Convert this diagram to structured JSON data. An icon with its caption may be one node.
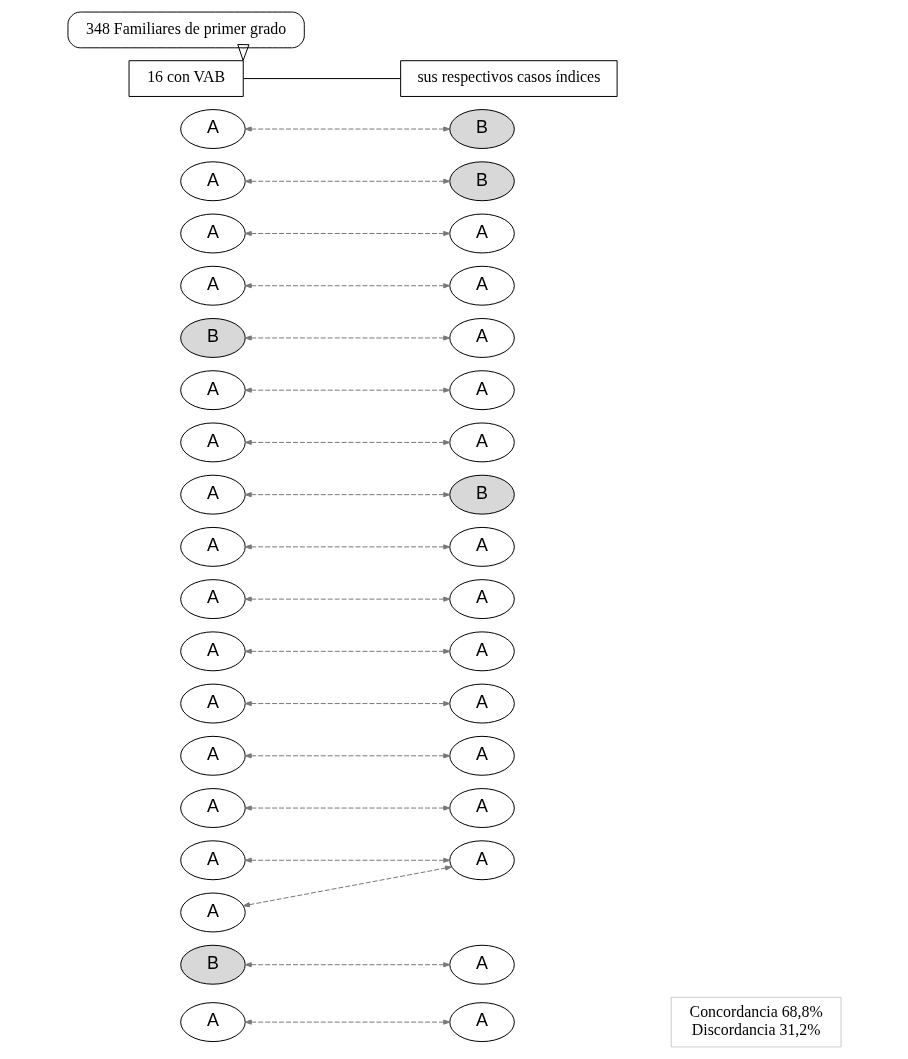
{
  "diagram": {
    "nodes": [
      {
        "text": [
          "348 Familiares de primer grado"
        ]
      },
      {
        "text": [
          "16 con VAB"
        ]
      },
      {
        "text": [
          "sus respectivos casos índices"
        ]
      },
      {
        "text": [
          "A"
        ]
      },
      {
        "text": [
          "B"
        ]
      },
      {
        "text": [
          "A"
        ]
      },
      {
        "text": [
          "B"
        ]
      },
      {
        "text": [
          "A"
        ]
      },
      {
        "text": [
          "A"
        ]
      },
      {
        "text": [
          "A"
        ]
      },
      {
        "text": [
          "A"
        ]
      },
      {
        "text": [
          "B"
        ]
      },
      {
        "text": [
          "A"
        ]
      },
      {
        "text": [
          "A"
        ]
      },
      {
        "text": [
          "A"
        ]
      },
      {
        "text": [
          "A"
        ]
      },
      {
        "text": [
          "A"
        ]
      },
      {
        "text": [
          "A"
        ]
      },
      {
        "text": [
          "B"
        ]
      },
      {
        "text": [
          "A"
        ]
      },
      {
        "text": [
          "A"
        ]
      },
      {
        "text": [
          "A"
        ]
      },
      {
        "text": [
          "A"
        ]
      },
      {
        "text": [
          "A"
        ]
      },
      {
        "text": [
          "A"
        ]
      },
      {
        "text": [
          "A"
        ]
      },
      {
        "text": [
          "A"
        ]
      },
      {
        "text": [
          "A"
        ]
      },
      {
        "text": [
          "A"
        ]
      },
      {
        "text": [
          "A"
        ]
      },
      {
        "text": [
          "A"
        ]
      },
      {
        "text": [
          "A"
        ]
      },
      {
        "text": [
          "A"
        ]
      },
      {
        "text": [
          "A"
        ]
      },
      {
        "text": [
          "B"
        ]
      },
      {
        "text": [
          "A"
        ]
      },
      {
        "text": [
          "A"
        ]
      },
      {
        "text": [
          "A"
        ]
      },
      {
        "text": [
          "Concordancia 68,8%",
          "Discordancia 31,2%"
        ]
      }
    ],
    "edges": [
      {
        "from": 0,
        "to": 1,
        "arrow": "to",
        "color": "#000000"
      },
      {
        "from": 1,
        "to": 2,
        "arrow": "none",
        "color": "#000000"
      },
      {
        "from": 3,
        "to": 4,
        "arrow": "both",
        "style": "dashed"
      },
      {
        "from": 5,
        "to": 6,
        "arrow": "both",
        "style": "dashed"
      },
      {
        "from": 7,
        "to": 8,
        "arrow": "both",
        "style": "dashed"
      },
      {
        "from": 9,
        "to": 10,
        "arrow": "both",
        "style": "dashed"
      },
      {
        "from": 11,
        "to": 12,
        "arrow": "both",
        "style": "dashed"
      },
      {
        "from": 13,
        "to": 14,
        "arrow": "both",
        "style": "dashed"
      },
      {
        "from": 15,
        "to": 16,
        "arrow": "both",
        "style": "dashed"
      },
      {
        "from": 17,
        "to": 18,
        "arrow": "both",
        "style": "dashed"
      },
      {
        "from": 19,
        "to": 20,
        "arrow": "both",
        "style": "dashed"
      },
      {
        "from": 21,
        "to": 22,
        "arrow": "both",
        "style": "dashed"
      },
      {
        "from": 23,
        "to": 24,
        "arrow": "both",
        "style": "dashed"
      },
      {
        "from": 25,
        "to": 26,
        "arrow": "both",
        "style": "dashed"
      },
      {
        "from": 27,
        "to": 28,
        "arrow": "both",
        "style": "dashed"
      },
      {
        "from": 29,
        "to": 30,
        "arrow": "both",
        "style": "dashed"
      },
      {
        "from": 31,
        "to": 32,
        "arrow": "both",
        "style": "dashed"
      },
      {
        "from": 33,
        "to": 32,
        "arrow": "both",
        "style": "dashed"
      },
      {
        "from": 34,
        "to": 35,
        "arrow": "both",
        "style": "dashed"
      },
      {
        "from": 36,
        "to": 37,
        "arrow": "both",
        "style": "dashed"
      }
    ]
  }
}
